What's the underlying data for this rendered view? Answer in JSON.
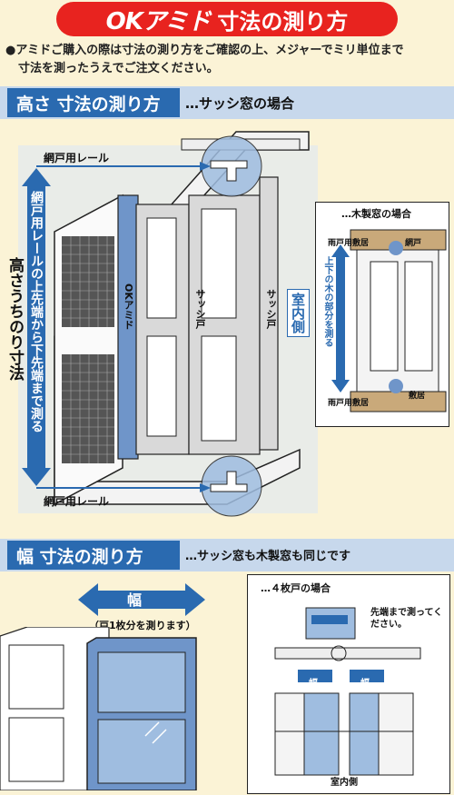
{
  "title": {
    "logo": "OKアミド",
    "text": "寸法の測り方"
  },
  "notice": {
    "line1": "●アミドご購入の際は寸法の測り方をご確認の上、メジャーでミリ単位まで",
    "line2": "寸法を測ったうえでご注文ください。"
  },
  "height_section": {
    "heading": "高さ 寸法の測り方",
    "subheading": "…サッシ窓の場合",
    "rail_top": "網戸用レール",
    "rail_bottom": "網戸用レール",
    "measure_note": "網戸用レールの上先端から下先端まで測る",
    "side_label": "高さうちのり寸法",
    "screen_label": "OKアミド",
    "sash_left": "サッシ戸",
    "sash_right": "サッシ戸",
    "indoor": "室内側",
    "wood_box": {
      "title": "…木製窓の場合",
      "top_label": "雨戸用敷居",
      "top_label2": "網戸",
      "measure": "上下の木の部分を測る",
      "bottom_label": "雨戸用敷居",
      "bottom_label2": "敷居"
    }
  },
  "width_section": {
    "heading": "幅 寸法の測り方",
    "subheading": "…サッシ窓も木製窓も同じです",
    "width_label": "幅",
    "width_note": "（戸1枚分を測ります）",
    "four_panel": {
      "title": "…４枚戸の場合",
      "tip": "先端まで測ってください。",
      "width_a": "幅",
      "width_b": "幅",
      "indoor": "室内側"
    }
  },
  "colors": {
    "accent_red": "#e8231f",
    "header_blue": "#2a6ab0",
    "light_blue": "#c7d8ec",
    "bg": "#fbf3d6"
  }
}
